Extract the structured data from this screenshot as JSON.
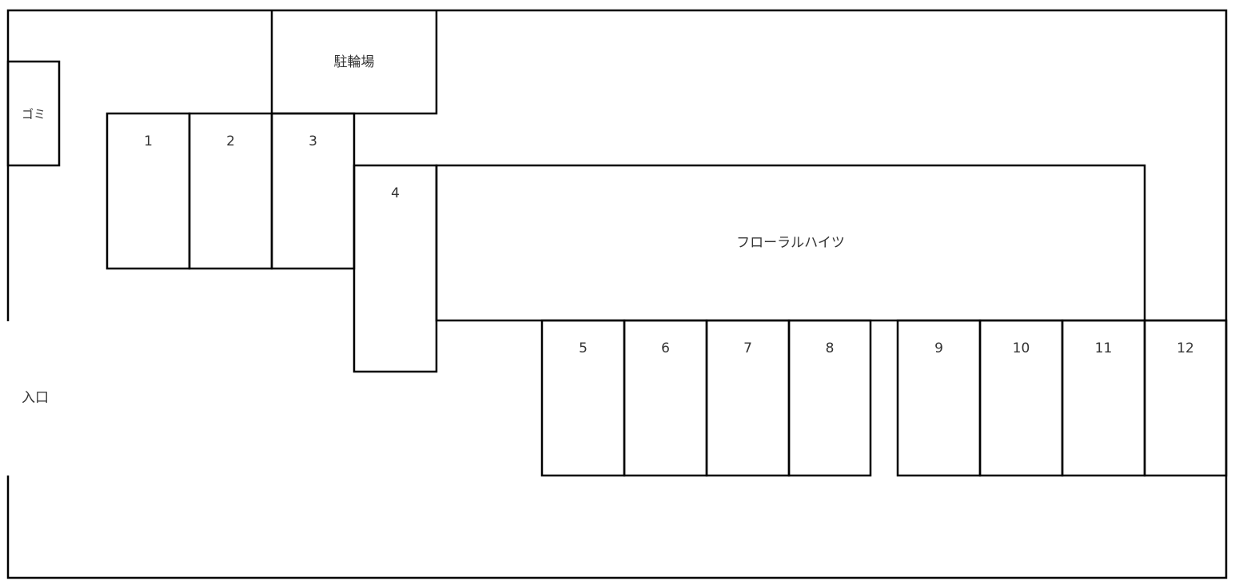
{
  "labels": {
    "bicycle_parking": "駐輪場",
    "garbage": "ゴミ",
    "building": "フローラルハイツ",
    "entrance": "入口"
  },
  "parking_spots": [
    "1",
    "2",
    "3",
    "4",
    "5",
    "6",
    "7",
    "8",
    "9",
    "10",
    "11",
    "12"
  ]
}
